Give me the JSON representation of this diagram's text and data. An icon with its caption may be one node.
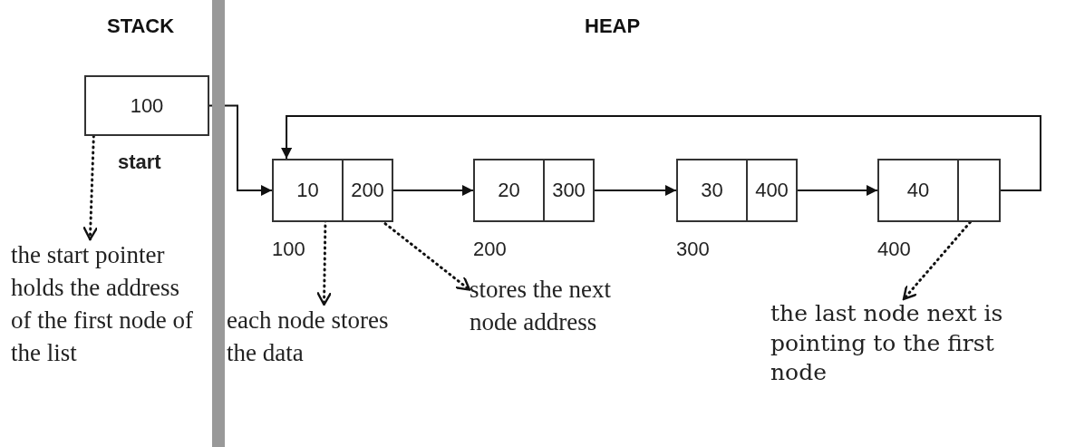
{
  "diagram": {
    "nodes": [
      {
        "text": [
          "100"
        ],
        "beside": [
          "start"
        ]
      },
      {
        "text": [],
        "shape": "box",
        "beside": [
          "100"
        ]
      },
      {
        "text": [
          "10"
        ],
        "in": 1
      },
      {
        "text": [
          "200"
        ],
        "in": 1
      },
      {
        "text": [],
        "shape": "box",
        "beside": [
          "200"
        ]
      },
      {
        "text": [
          "20"
        ],
        "in": 4
      },
      {
        "text": [
          "300"
        ],
        "in": 4
      },
      {
        "text": [],
        "shape": "box",
        "beside": [
          "300"
        ]
      },
      {
        "text": [
          "30"
        ],
        "in": 7
      },
      {
        "text": [
          "400"
        ],
        "in": 7
      },
      {
        "text": [],
        "shape": "box",
        "beside": [
          "400"
        ]
      },
      {
        "text": [
          "40"
        ],
        "in": 10
      },
      {
        "text": [],
        "shape": "box",
        "in": 10
      },
      {
        "text": [
          "the start pointer holds the address of the first node of the list"
        ]
      },
      {
        "text": [
          "each node stores the data"
        ]
      },
      {
        "text": [
          "stores the next node address"
        ]
      },
      {
        "text": [
          "the last node next is pointing to the first node"
        ]
      },
      {
        "text": [],
        "shape": "bar"
      }
    ],
    "edges": [
      {
        "from": 0,
        "to": 1,
        "arrow": "to"
      },
      {
        "from": 3,
        "to": 4,
        "arrow": "to"
      },
      {
        "from": 6,
        "to": 7,
        "arrow": "to"
      },
      {
        "from": 9,
        "to": 10,
        "arrow": "to"
      },
      {
        "from": 12,
        "to": 1,
        "arrow": "to"
      },
      {
        "from": 0,
        "to": 13,
        "arrow": "to",
        "style": "dashed"
      },
      {
        "from": 2,
        "to": 14,
        "arrow": "to",
        "style": "dashed"
      },
      {
        "from": 3,
        "to": 15,
        "arrow": "to",
        "style": "dashed"
      },
      {
        "from": 12,
        "to": 16,
        "arrow": "to",
        "style": "dashed"
      }
    ],
    "labels": [
      "STACK",
      "HEAP"
    ]
  }
}
